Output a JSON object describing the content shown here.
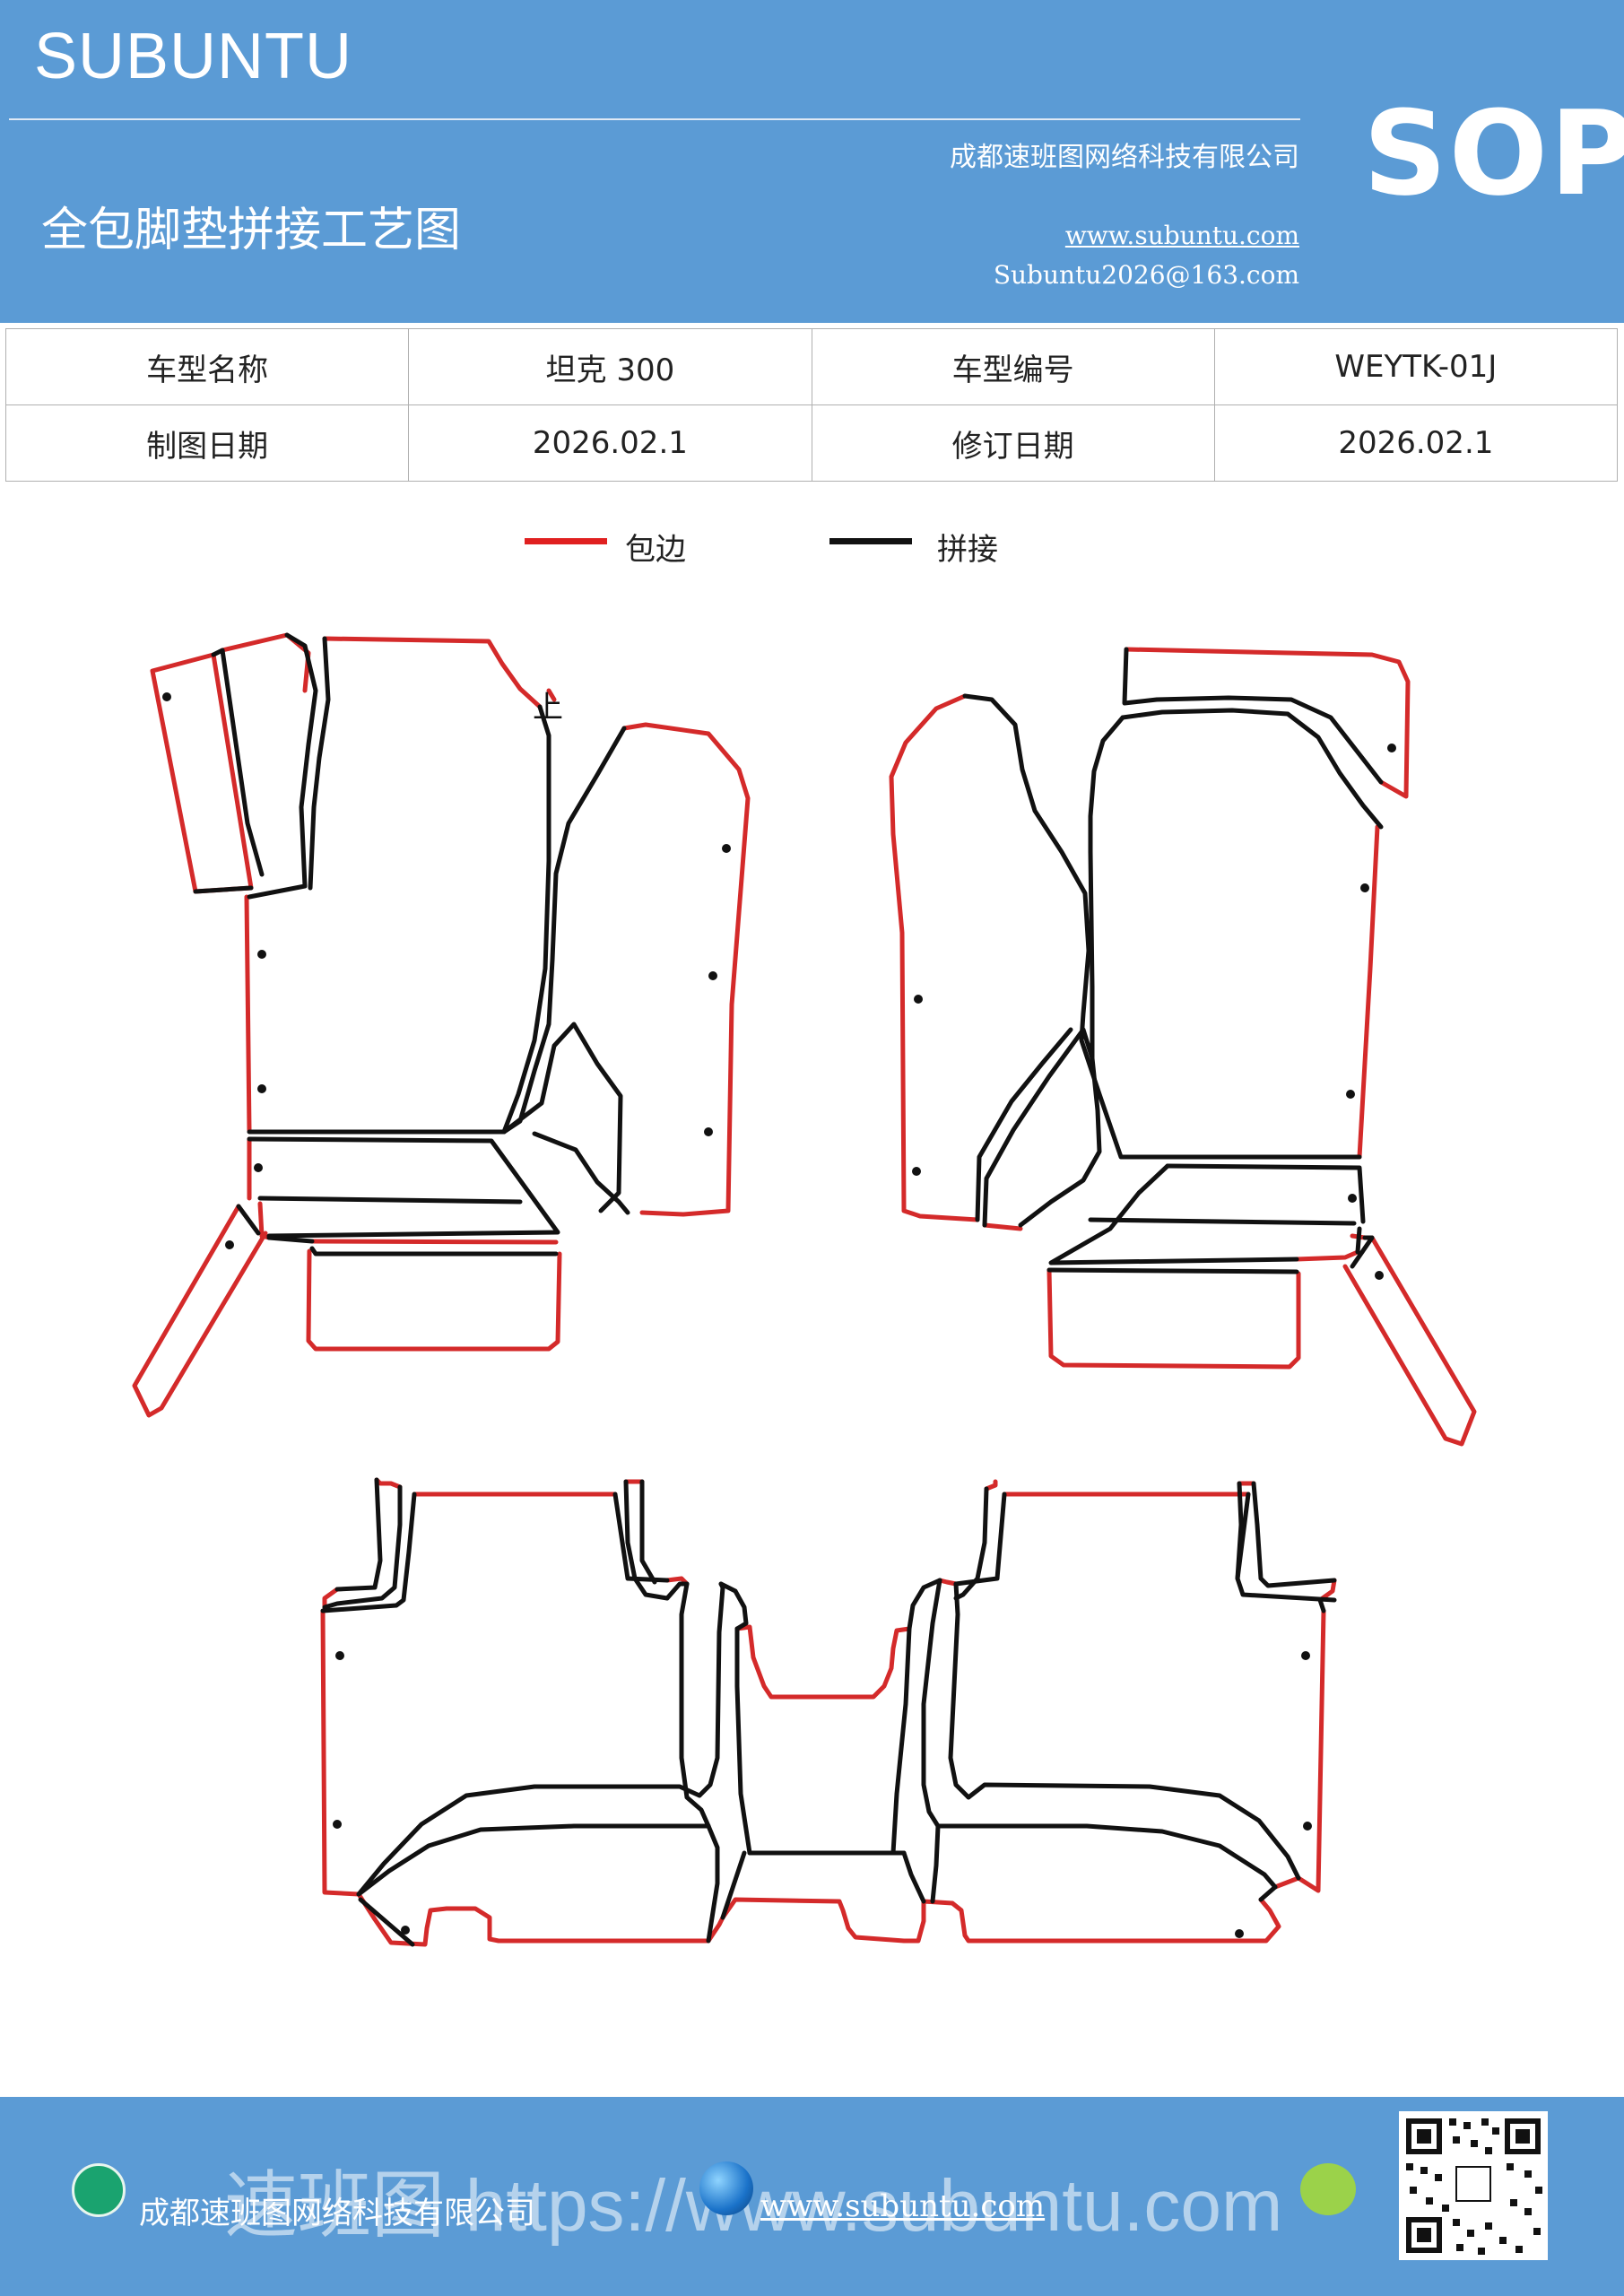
{
  "header": {
    "brand": "SUBUNTU",
    "sop": "SOP",
    "company": "成都速班图网络科技有限公司",
    "title": "全包脚垫拼接工艺图",
    "website": "www.subuntu.com",
    "email": "Subuntu2026@163.com"
  },
  "info_table": {
    "rows": [
      [
        "车型名称",
        "坦克 300",
        "车型编号",
        "WEYTK-01J"
      ],
      [
        "制图日期",
        "2026.02.1",
        "修订日期",
        "2026.02.1"
      ]
    ]
  },
  "legend": {
    "items": [
      {
        "label": "包边",
        "color": "#e02020"
      },
      {
        "label": "拼接",
        "color": "#111111"
      }
    ]
  },
  "diagram": {
    "edge_color": "#d42a2a",
    "seam_color": "#111111",
    "up_mark": "上"
  },
  "footer": {
    "company": "成都速班图网络科技有限公司",
    "website": "www.subuntu.com",
    "watermark": "速班图 https://www.subuntu.com",
    "icons": [
      "building-icon",
      "globe-icon",
      "wechat-icon",
      "qr-code"
    ]
  }
}
